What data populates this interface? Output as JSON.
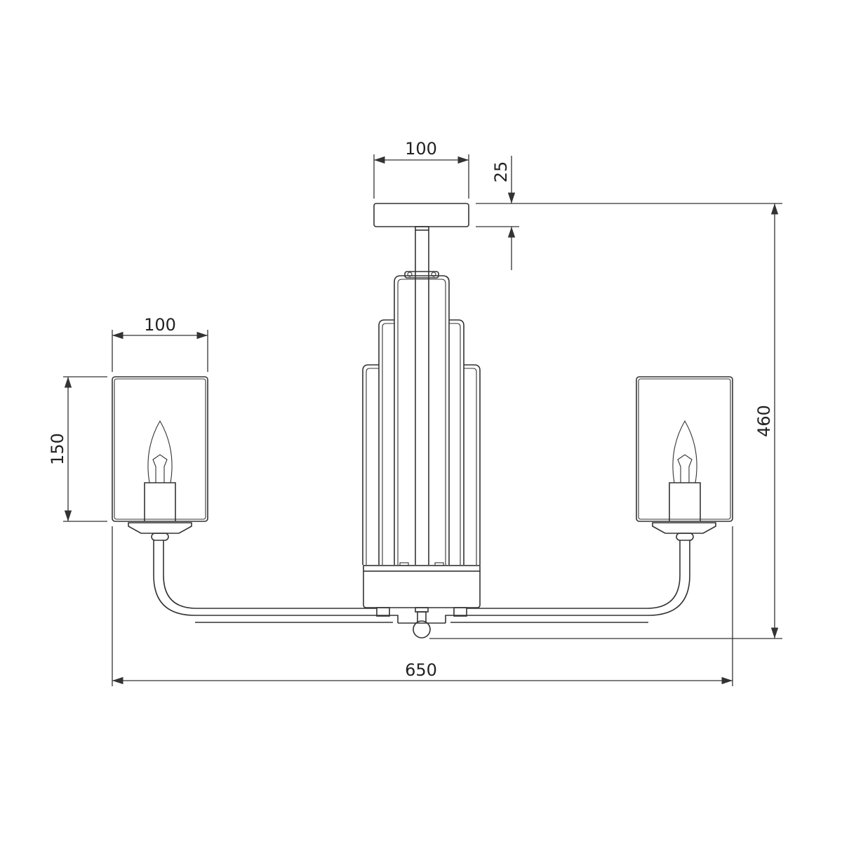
{
  "title": "Chandelier dimension drawing",
  "dimensions": {
    "canopy_width": "100",
    "canopy_height": "25",
    "total_height": "460",
    "shade_width": "100",
    "shade_height": "150",
    "total_width": "650"
  },
  "colors": {
    "line": "#333333",
    "background": "#ffffff"
  }
}
